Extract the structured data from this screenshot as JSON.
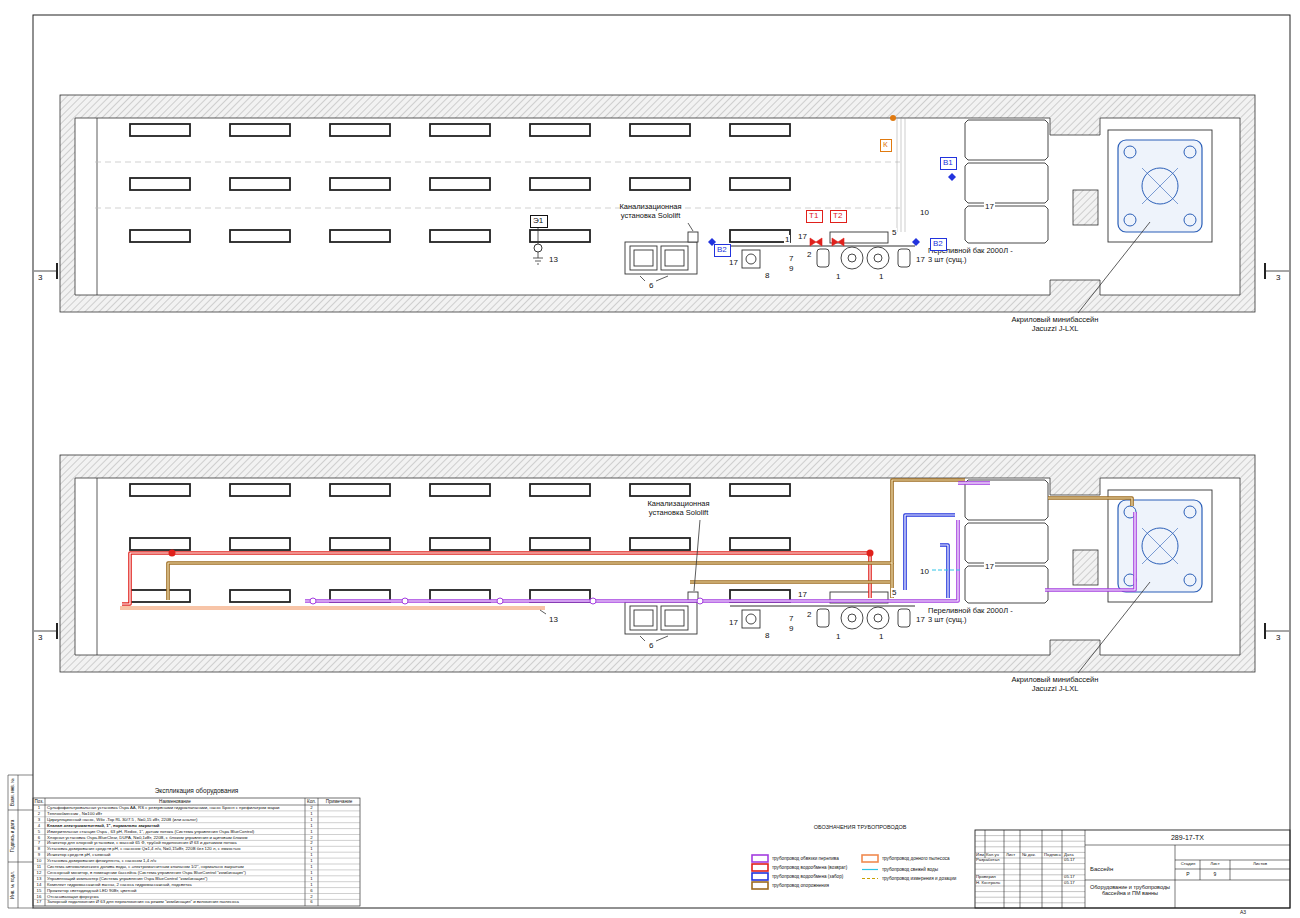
{
  "diagram": {
    "nodes": [
      {
        "text": [
          "К"
        ]
      },
      {
        "text": [
          "В1"
        ]
      },
      {
        "text": [
          "Т1"
        ]
      },
      {
        "text": [
          "Т2"
        ]
      },
      {
        "text": [
          "Э1"
        ]
      },
      {
        "text": [
          "В2"
        ]
      },
      {
        "text": [
          "В2"
        ]
      }
    ],
    "labels": [
      "Канализационная установка Sololift",
      "Переливной бак 2000Л - 3 шт (сущ.)",
      "Акриловый минибассейн Jacuzzi J-LXL",
      "6",
      "13",
      "8",
      "17",
      "7",
      "9",
      "1",
      "17",
      "2",
      "5",
      "1",
      "1",
      "10",
      "17",
      "17",
      "3",
      "3",
      "Канализационная установка Sololift",
      "Переливной бак 2000Л - 3 шт (сущ.)",
      "Акриловый минибассейн Jacuzzi J-LXL",
      "6",
      "13",
      "17",
      "8",
      "7",
      "9",
      "17",
      "2",
      "5",
      "1",
      "1",
      "10",
      "17",
      "17",
      "3",
      "3",
      "Экспликация оборудования",
      "Поз.",
      "Наименование",
      "Кол.",
      "Примечание",
      "1",
      "Сульфофильтровальная установка Ospa AA, RS с резервными гидроклапанами, насос Броня с префильтром марки",
      "2",
      "2",
      "Теплообменник , N=100 кВт",
      "1",
      "3",
      "Циркуляционный насос, Wilo -Top RL 30/7.5 , N=0,15 кВт, 220В (или аналог)",
      "1",
      "4",
      "Клапан электромагнитный, 1\", нормально закрытый",
      "1",
      "5",
      "Измерительная станция Ospa , 63 pH, Redox, 1\", датчик потока (Система управления Ospa BlueControl)",
      "1",
      "6",
      "Хлорная установка Ospa-BlueClear, DUPA, N=0,1кВт, 220В, с блоком управления и щитовым блоком",
      "2",
      "7",
      "Инжектор для хлорной установки, с массой 65 Ф, трубой подключения Ø 63 и датчиком потока",
      "2",
      "8",
      "Установка дозирования средств pH, с насосом Q=1,4 л/ч, N=0,15кВт, 220В без 120 л, с емкостью",
      "1",
      "9",
      "Инжектор средств pH, съемный",
      "1",
      "10",
      "Установка дозирования флокулянта, с насосом 1,4 л/ч",
      "1",
      "11",
      "Система автоматического долива воды, с электромагнитным клапаном 1/2\", нормально закрытым",
      "1",
      "12",
      "Сенсорный монитор, в помещении бассейна (Система управления Ospa BlueControl \"комбинация\")",
      "1",
      "13",
      "Управляющий компьютер (Система управления Ospa BlueControl \"комбинация\")",
      "1",
      "14",
      "Комплект гидромассажной ванны, 2 насоса гидромассажный, подсветка",
      "1",
      "15",
      "Прожектор светодиодный LED 90Вт, цветной",
      "6",
      "16",
      "Отсасывающая форсунка",
      "2",
      "17",
      "Запорный подключения Ø 63 для переключения на режим \"комбинация\" и включения пылесоса",
      "6",
      "ОБОЗНАЧЕНИЯ ТРУБОПРОВОДОВ",
      "Изм.",
      "Кол.уч",
      "Лист",
      "№ док.",
      "Подпись",
      "Дата",
      "Разработал",
      "05.17",
      "Проверил",
      "05.17",
      "Н. Контроль",
      "05.17",
      "289-17-TX",
      "Бассейн",
      "Оборудование и трубопроводы бассейна и ПМ ванны",
      "Стадия",
      "Лист",
      "Листов",
      "Р",
      "9",
      "А3",
      "Взам. инв. №",
      "Подпись и дата",
      "Инв. № подл."
    ],
    "legend": [
      {
        "text": "трубопровод обвязки перелива",
        "color": "#a43ee0"
      },
      {
        "text": "трубопровод водообмена (возврат)",
        "color": "#e0201b"
      },
      {
        "text": "трубопровод водообмена (забор)",
        "color": "#2233dd"
      },
      {
        "text": "трубопровод опорожнения",
        "color": "#9c6a1e"
      },
      {
        "text": "трубопровод донного пылесоса",
        "color": "#f08a50"
      },
      {
        "text": "трубопровод свежей воды"
      },
      {
        "text": "трубопровод измерения и дозации"
      }
    ]
  }
}
